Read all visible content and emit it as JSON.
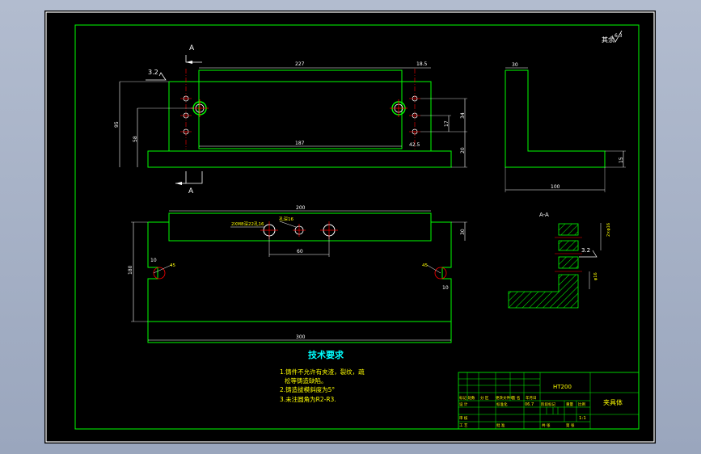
{
  "colors": {
    "background": "#a6b1c6",
    "sheet": "#000000",
    "border": "#ffffff",
    "frame": "#00ff00",
    "dimension": "#ffffff",
    "text_yellow": "#ffff00",
    "text_cyan": "#00ffff",
    "centerline": "#ff0000",
    "hole": "#ffffff"
  },
  "section_marks": {
    "top": "A",
    "bottom": "A",
    "view_label": "A-A"
  },
  "roughness": {
    "corner": "其余",
    "corner_value": "6.3",
    "left_value": "3.2",
    "section_value": "3.2"
  },
  "top_view_dims": {
    "overall_length": "227",
    "right_offset": "18.5",
    "inner_length": "187",
    "bottom_offset": "42.5",
    "height_total": "95",
    "height_inner": "58",
    "hole_spacing_a": "34",
    "hole_spacing_b": "17",
    "base_height": "20"
  },
  "side_view_dims": {
    "top_width": "30",
    "base_width": "100",
    "base_height": "15"
  },
  "front_view_dims": {
    "top_length": "200",
    "left_callout": "2XM8深22孔16",
    "mid_callout": "孔深16",
    "hole_spacing": "60",
    "right_height": "30",
    "left_height": "180",
    "left_notch": "10",
    "right_notch": "10",
    "bottom_length": "300",
    "left_angle": "45",
    "right_angle": "45"
  },
  "section_dims": {
    "dim_a": "2×φ16",
    "dim_b": "φ16"
  },
  "tech_requirements": {
    "title": "技术要求",
    "line1": "1.铸件不允许有夹渣，裂纹，疏",
    "line1b": "松等铸造缺陷。",
    "line2": "2.铸造拔模斜度为5°",
    "line3": "3.未注圆角为R2-R3."
  },
  "title_block": {
    "material": "HT200",
    "part_name": "夹具体",
    "scale": "1:1",
    "labels_row1": "标记 处数",
    "labels_row1b": "分 区",
    "labels_row1c": "更改文件号",
    "labels_row1d": "签 名",
    "labels_row1e": "年月日",
    "design": "设 计",
    "standard": "标准化",
    "stage": "阶段标记",
    "weight": "重量",
    "ratio": "比例",
    "review": "审 核",
    "process": "工 艺",
    "approve": "批 准",
    "sheet_total": "共 张",
    "sheet_no": "第 张",
    "roughness_box": "06.7"
  }
}
